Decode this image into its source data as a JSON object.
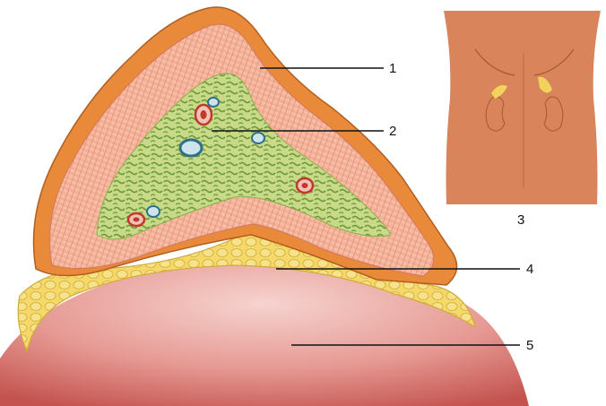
{
  "labels": {
    "l1": "1",
    "l2": "2",
    "l3": "3",
    "l4": "4",
    "l5": "5"
  },
  "colors": {
    "capsule": "#e88a3a",
    "cortex": "#f4b39a",
    "medulla": "#b7cc6a",
    "fat": "#f2d25a",
    "kidney": "#e07c7c",
    "torso": "#d9845a",
    "vein": "#2f6f8a",
    "artery": "#c0392b"
  }
}
